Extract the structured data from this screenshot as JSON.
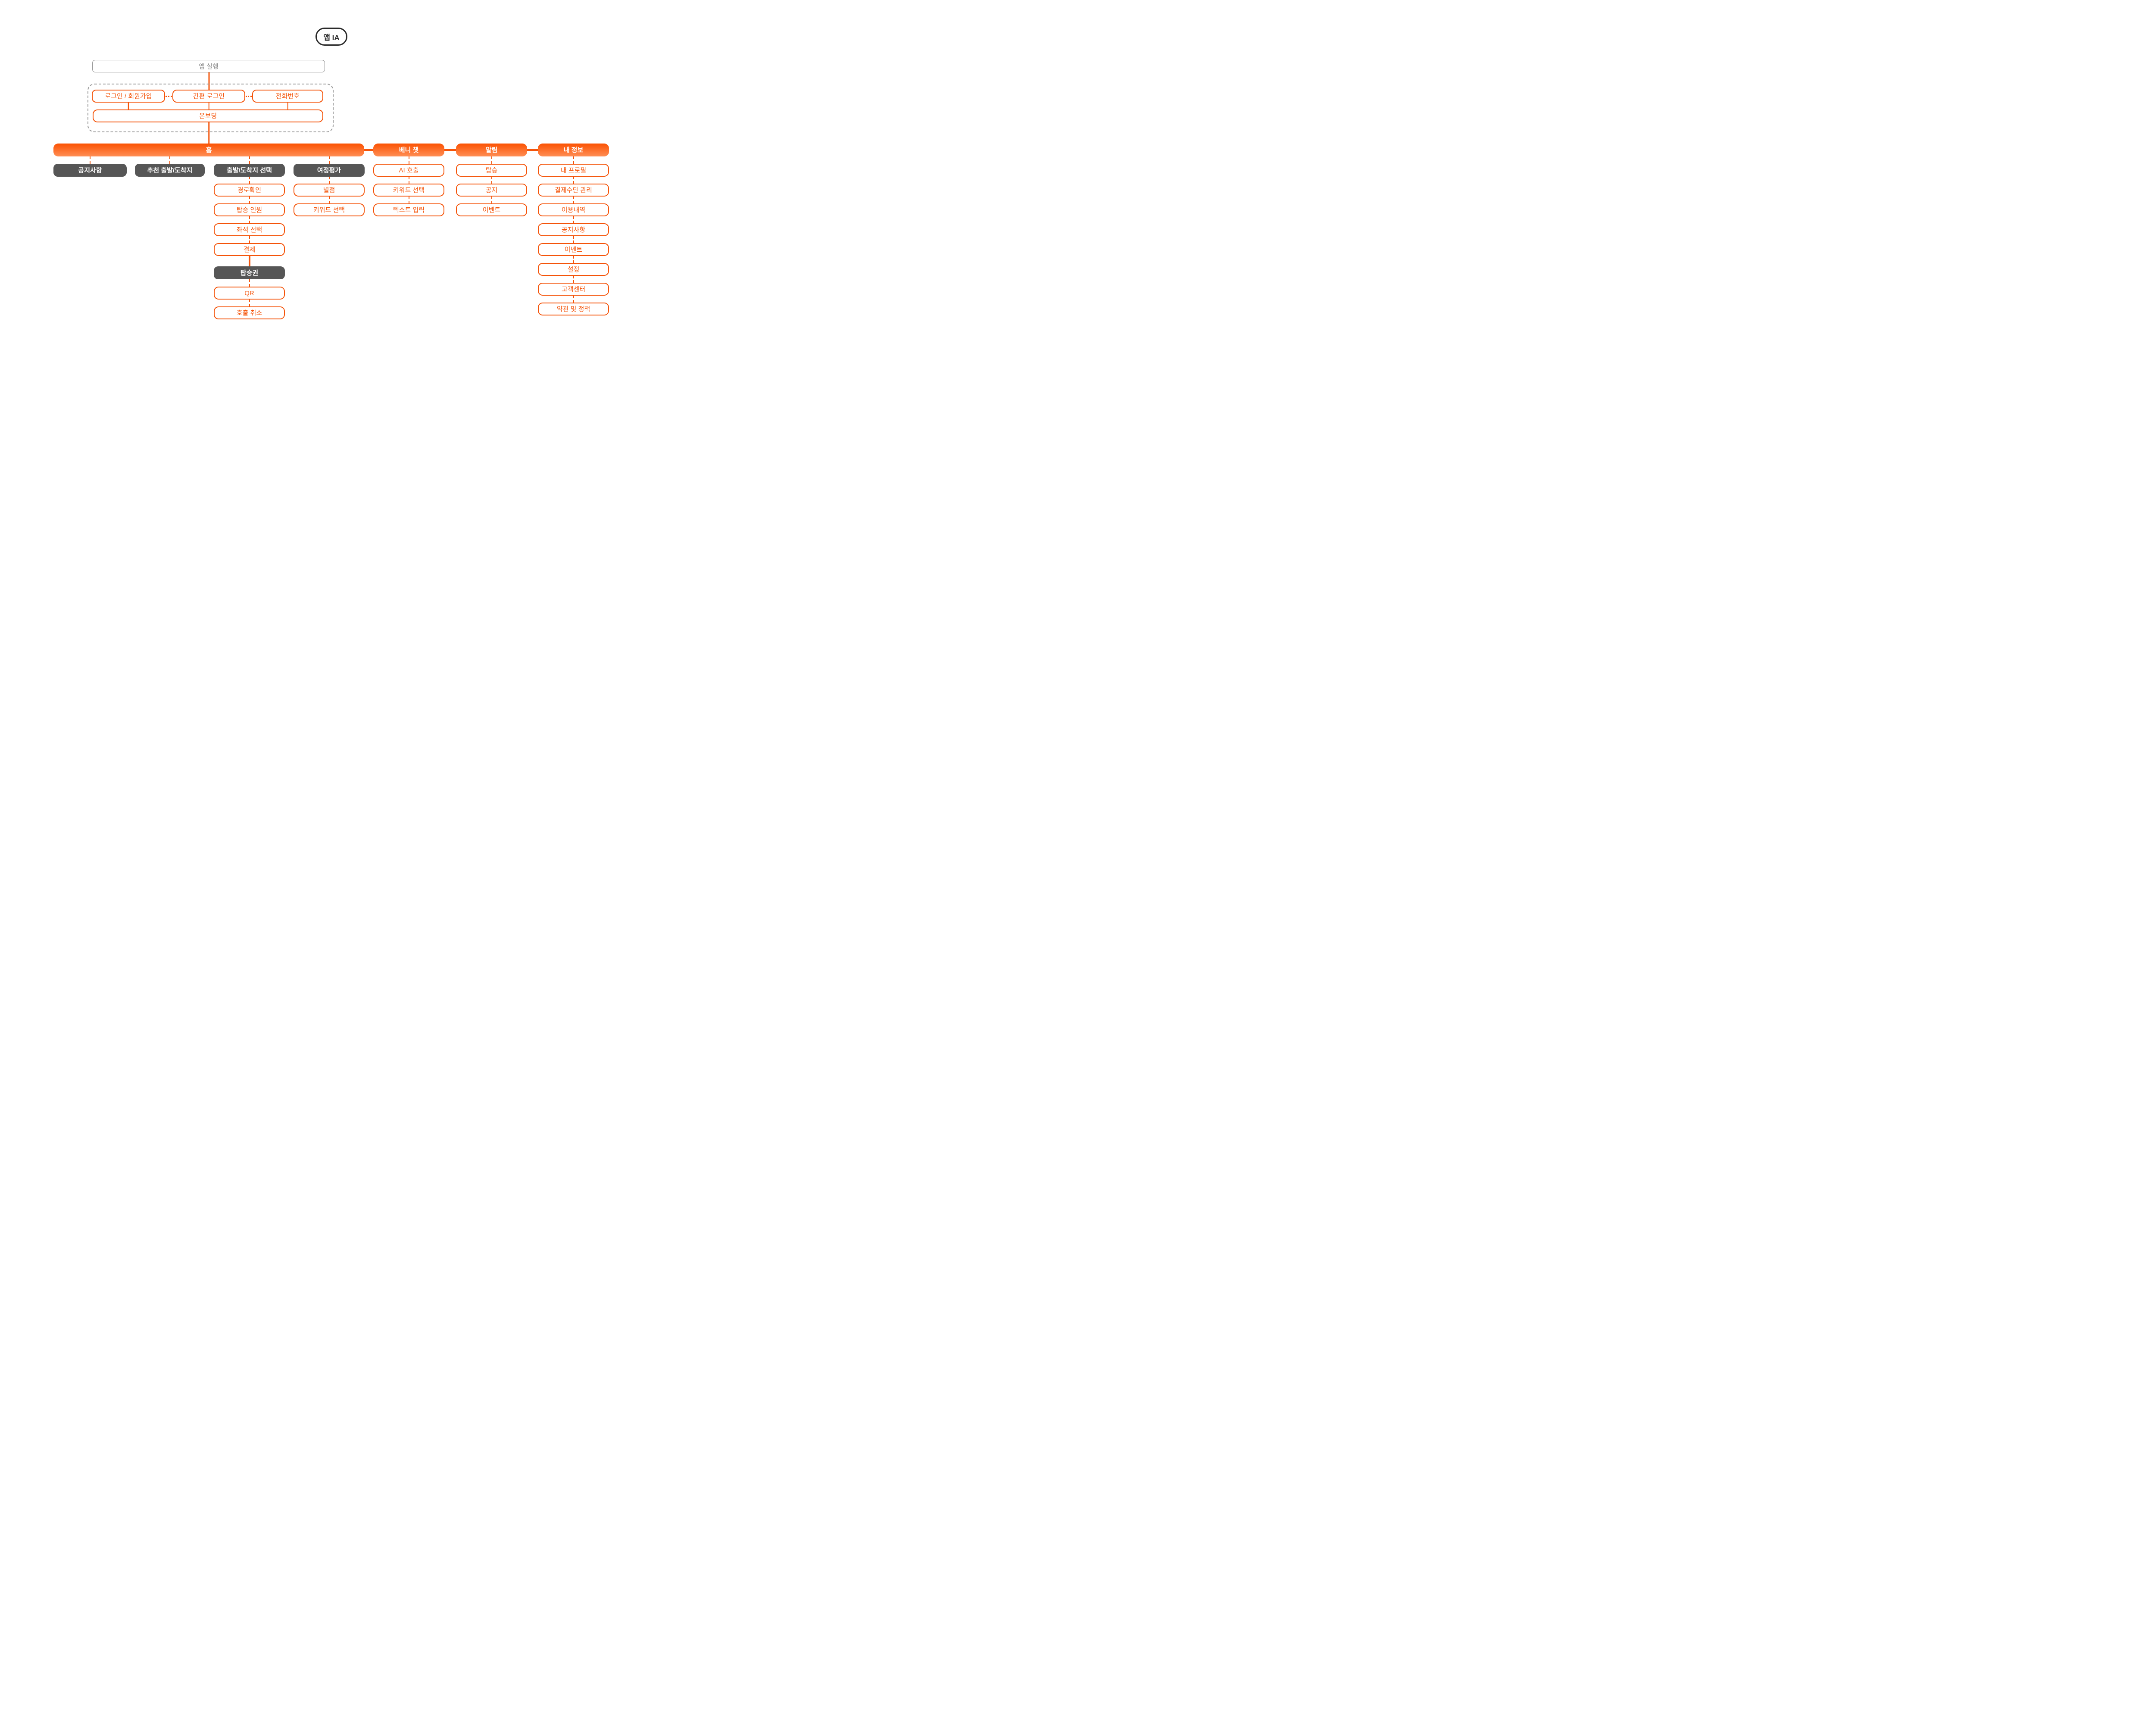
{
  "badge": "앱 IA",
  "app_launch": "앱 실행",
  "auth": {
    "login_signup": "로그인 / 회원가입",
    "easy_login": "간편 로그인",
    "phone": "전화번호",
    "onboarding": "온보딩"
  },
  "tabs": {
    "home": "홈",
    "benichat": "베니 챗",
    "alarm": "알림",
    "myinfo": "내 정보"
  },
  "home_children": {
    "notice": "공지사항",
    "recommend": "추천 출발/도착지",
    "select": "출발/도착지 선택",
    "review": "여정평가"
  },
  "select_flow": {
    "route": "경로확인",
    "passengers": "탑승 인원",
    "seat": "좌석 선택",
    "payment": "결제",
    "ticket": "탑승권",
    "qr": "QR",
    "cancel": "호출 취소"
  },
  "review_flow": {
    "stars": "별점",
    "keywords": "키워드 선택"
  },
  "benichat_flow": {
    "ai_call": "AI 호출",
    "keywords": "키워드 선택",
    "text_input": "텍스트 입력"
  },
  "alarm_flow": {
    "boarding": "탑승",
    "notice": "공지",
    "event": "이벤트"
  },
  "myinfo_flow": {
    "profile": "내 프로필",
    "payment_methods": "결제수단 관리",
    "history": "이용내역",
    "notice": "공지사항",
    "event": "이벤트",
    "settings": "설정",
    "support": "고객센터",
    "terms": "약관 및 정책"
  },
  "colors": {
    "accent": "#F4540A",
    "gradient_top": "#FB5203",
    "gradient_bottom": "#FF8E55",
    "dark_node": "#565656",
    "gray_border": "#909090",
    "gray_text": "#8A8A8A"
  }
}
